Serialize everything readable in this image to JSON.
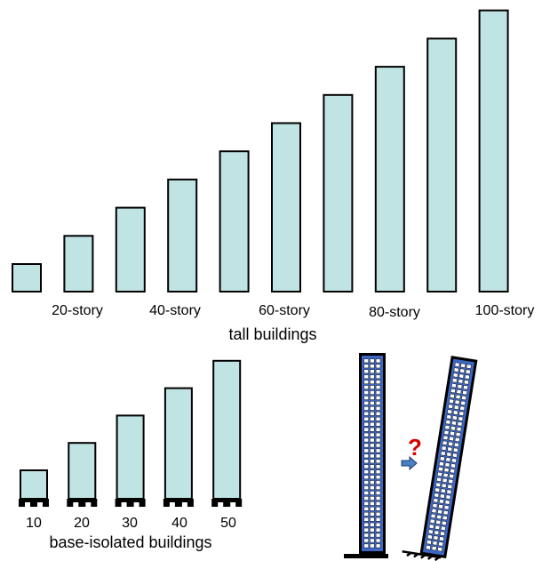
{
  "tall_buildings": {
    "title": "tall buildings",
    "building_count": 10,
    "story_labels": [
      "20-story",
      "40-story",
      "60-story",
      "80-story",
      "100-story"
    ]
  },
  "base_isolated_buildings": {
    "title": "base-isolated buildings",
    "building_count": 5,
    "story_labels": [
      "10",
      "20",
      "30",
      "40",
      "50"
    ]
  },
  "tilt_illustration": {
    "question_mark": "?",
    "arrow_icon": "right-arrow-icon"
  },
  "colors": {
    "building_fill": "#c0e4e3",
    "outline": "#000000",
    "facade_blue": "#3d67c2",
    "window_white": "#ffffff",
    "question_red": "#d40000",
    "arrow_blue": "#4a7fc0"
  }
}
